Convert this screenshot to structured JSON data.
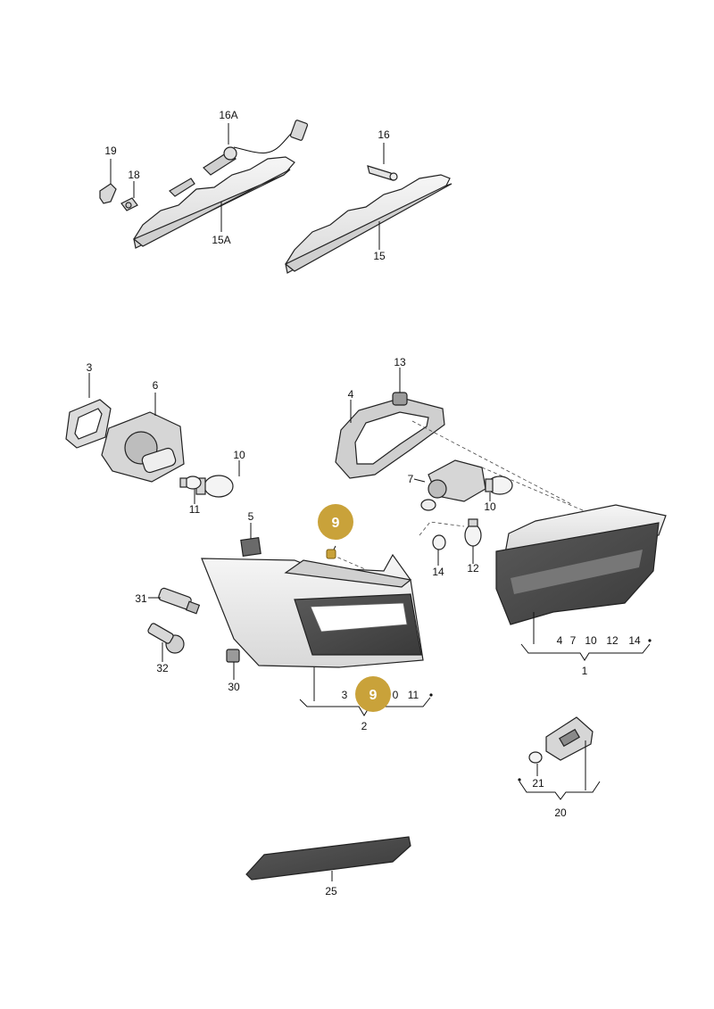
{
  "labels": {
    "p1": "1",
    "p2": "2",
    "p3": "3",
    "p4": "4",
    "p5": "5",
    "p6": "6",
    "p7": "7",
    "p10a": "10",
    "p10b": "10",
    "p11": "11",
    "p12": "12",
    "p13": "13",
    "p14": "14",
    "p15": "15",
    "p15A": "15A",
    "p16": "16",
    "p16A": "16A",
    "p18": "18",
    "p19": "19",
    "p20": "20",
    "p21": "21",
    "p25": "25",
    "p30": "30",
    "p31": "31",
    "p32": "32"
  },
  "group1": {
    "items": [
      "4",
      "7",
      "10",
      "12",
      "14"
    ]
  },
  "group2": {
    "items": [
      "3",
      "0",
      "11"
    ]
  },
  "highlight": {
    "label": "9",
    "color": "#c9a23a"
  },
  "colors": {
    "part_fill": "#ececec",
    "lens_dark": "#4a4a4a",
    "part_stroke": "#222222"
  }
}
